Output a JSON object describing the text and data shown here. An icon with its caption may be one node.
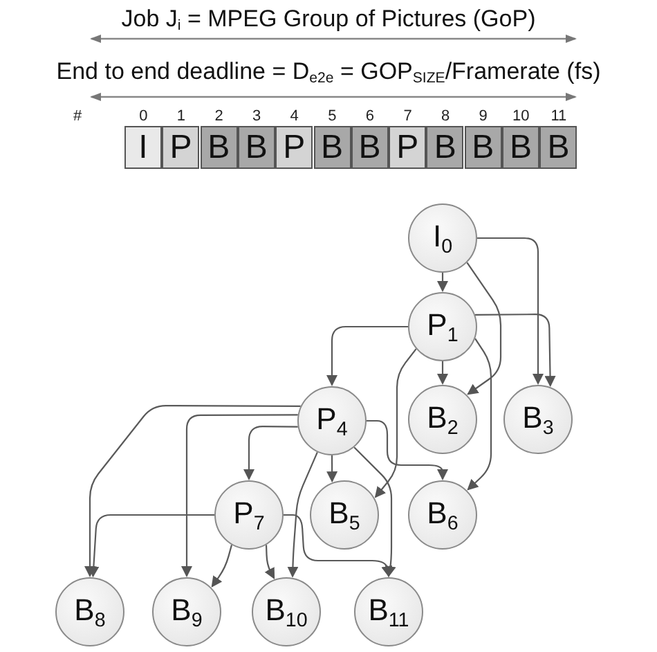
{
  "diagram": {
    "title": "Job J$_{i}$ = MPEG Group of Pictures (GoP)",
    "nodes": [
      {
        "text": [
          "I$_{0}$"
        ]
      },
      {
        "text": [
          "P$_{1}$"
        ]
      },
      {
        "text": [
          "P$_{4}$"
        ]
      },
      {
        "text": [
          "B$_{2}$"
        ]
      },
      {
        "text": [
          "B$_{3}$"
        ]
      },
      {
        "text": [
          "P$_{7}$"
        ]
      },
      {
        "text": [
          "B$_{5}$"
        ]
      },
      {
        "text": [
          "B$_{6}$"
        ]
      },
      {
        "text": [
          "B$_{8}$"
        ]
      },
      {
        "text": [
          "B$_{9}$"
        ]
      },
      {
        "text": [
          "B$_{10}$"
        ]
      },
      {
        "text": [
          "B$_{11}$"
        ]
      }
    ],
    "edges": [
      {
        "from": 0,
        "to": 1,
        "arrow": "to"
      },
      {
        "from": 0,
        "to": 3,
        "arrow": "to"
      },
      {
        "from": 0,
        "to": 4,
        "arrow": "to"
      },
      {
        "from": 1,
        "to": 2,
        "arrow": "to"
      },
      {
        "from": 1,
        "to": 3,
        "arrow": "to"
      },
      {
        "from": 1,
        "to": 4,
        "arrow": "to"
      },
      {
        "from": 1,
        "to": 6,
        "arrow": "to"
      },
      {
        "from": 1,
        "to": 7,
        "arrow": "to"
      },
      {
        "from": 2,
        "to": 5,
        "arrow": "to"
      },
      {
        "from": 2,
        "to": 6,
        "arrow": "to"
      },
      {
        "from": 2,
        "to": 7,
        "arrow": "to"
      },
      {
        "from": 2,
        "to": 8,
        "arrow": "to"
      },
      {
        "from": 2,
        "to": 9,
        "arrow": "to"
      },
      {
        "from": 2,
        "to": 10,
        "arrow": "to"
      },
      {
        "from": 2,
        "to": 11,
        "arrow": "to"
      },
      {
        "from": 5,
        "to": 8,
        "arrow": "to"
      },
      {
        "from": 5,
        "to": 9,
        "arrow": "to"
      },
      {
        "from": 5,
        "to": 10,
        "arrow": "to"
      },
      {
        "from": 5,
        "to": 11,
        "arrow": "to"
      }
    ],
    "labels": [
      "End to end deadline = D$_{e2e}$ = GOP$_{SIZE}$/Framerate (fs)",
      "#",
      "0",
      "1",
      "2",
      "3",
      "4",
      "5",
      "6",
      "7",
      "8",
      "9",
      "10",
      "11",
      "I",
      "P",
      "B",
      "B",
      "P",
      "B",
      "B",
      "P",
      "B",
      "B",
      "B",
      "B"
    ]
  }
}
